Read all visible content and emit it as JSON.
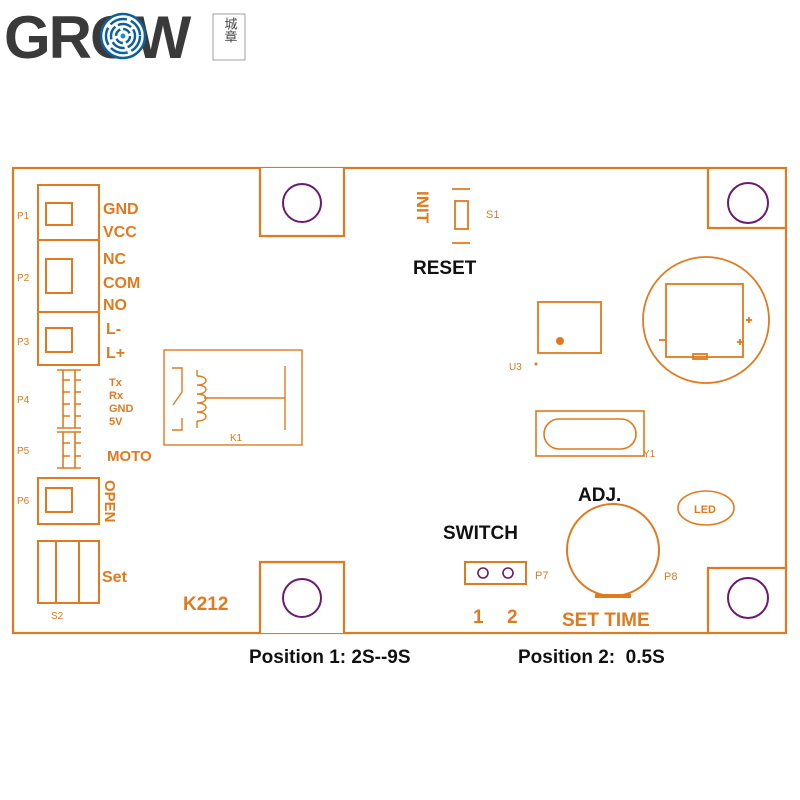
{
  "brand": {
    "logo_text": "GROW",
    "logo_chinese": "城章"
  },
  "board": {
    "model": "K212",
    "reset_label": "RESET",
    "init_label": "INIT",
    "switch_label": "SWITCH",
    "adj_label": "ADJ.",
    "set_time_label": "SET TIME",
    "led_label": "LED",
    "position_1_text": "Position 1: 2S--9S",
    "position_2_text": "Position 2:  0.5S",
    "switch_positions": [
      "1",
      "2"
    ],
    "connectors": {
      "p1": {
        "id": "P1",
        "pins": [
          "GND",
          "VCC"
        ]
      },
      "p2": {
        "id": "P2",
        "pins": [
          "NC",
          "COM",
          "NO"
        ]
      },
      "p3": {
        "id": "P3",
        "pins": [
          "L-",
          "L+"
        ]
      },
      "p4": {
        "id": "P4",
        "pins": [
          "Tx",
          "Rx",
          "GND",
          "5V"
        ]
      },
      "p5": {
        "id": "P5",
        "pins": [
          "MOTO"
        ]
      },
      "p6": {
        "id": "P6",
        "pins": [
          "OPEN"
        ]
      },
      "s2": {
        "id": "S2",
        "label": "Set"
      }
    },
    "components": {
      "k1": "K1",
      "s1": "S1",
      "u3": "U3",
      "y1": "Y1",
      "p7": "P7",
      "p8": "P8"
    }
  },
  "colors": {
    "outline": "#e07a1f",
    "holes": "#6a1b6e",
    "text": "#111111",
    "logo_dark": "#3a3a3a"
  }
}
